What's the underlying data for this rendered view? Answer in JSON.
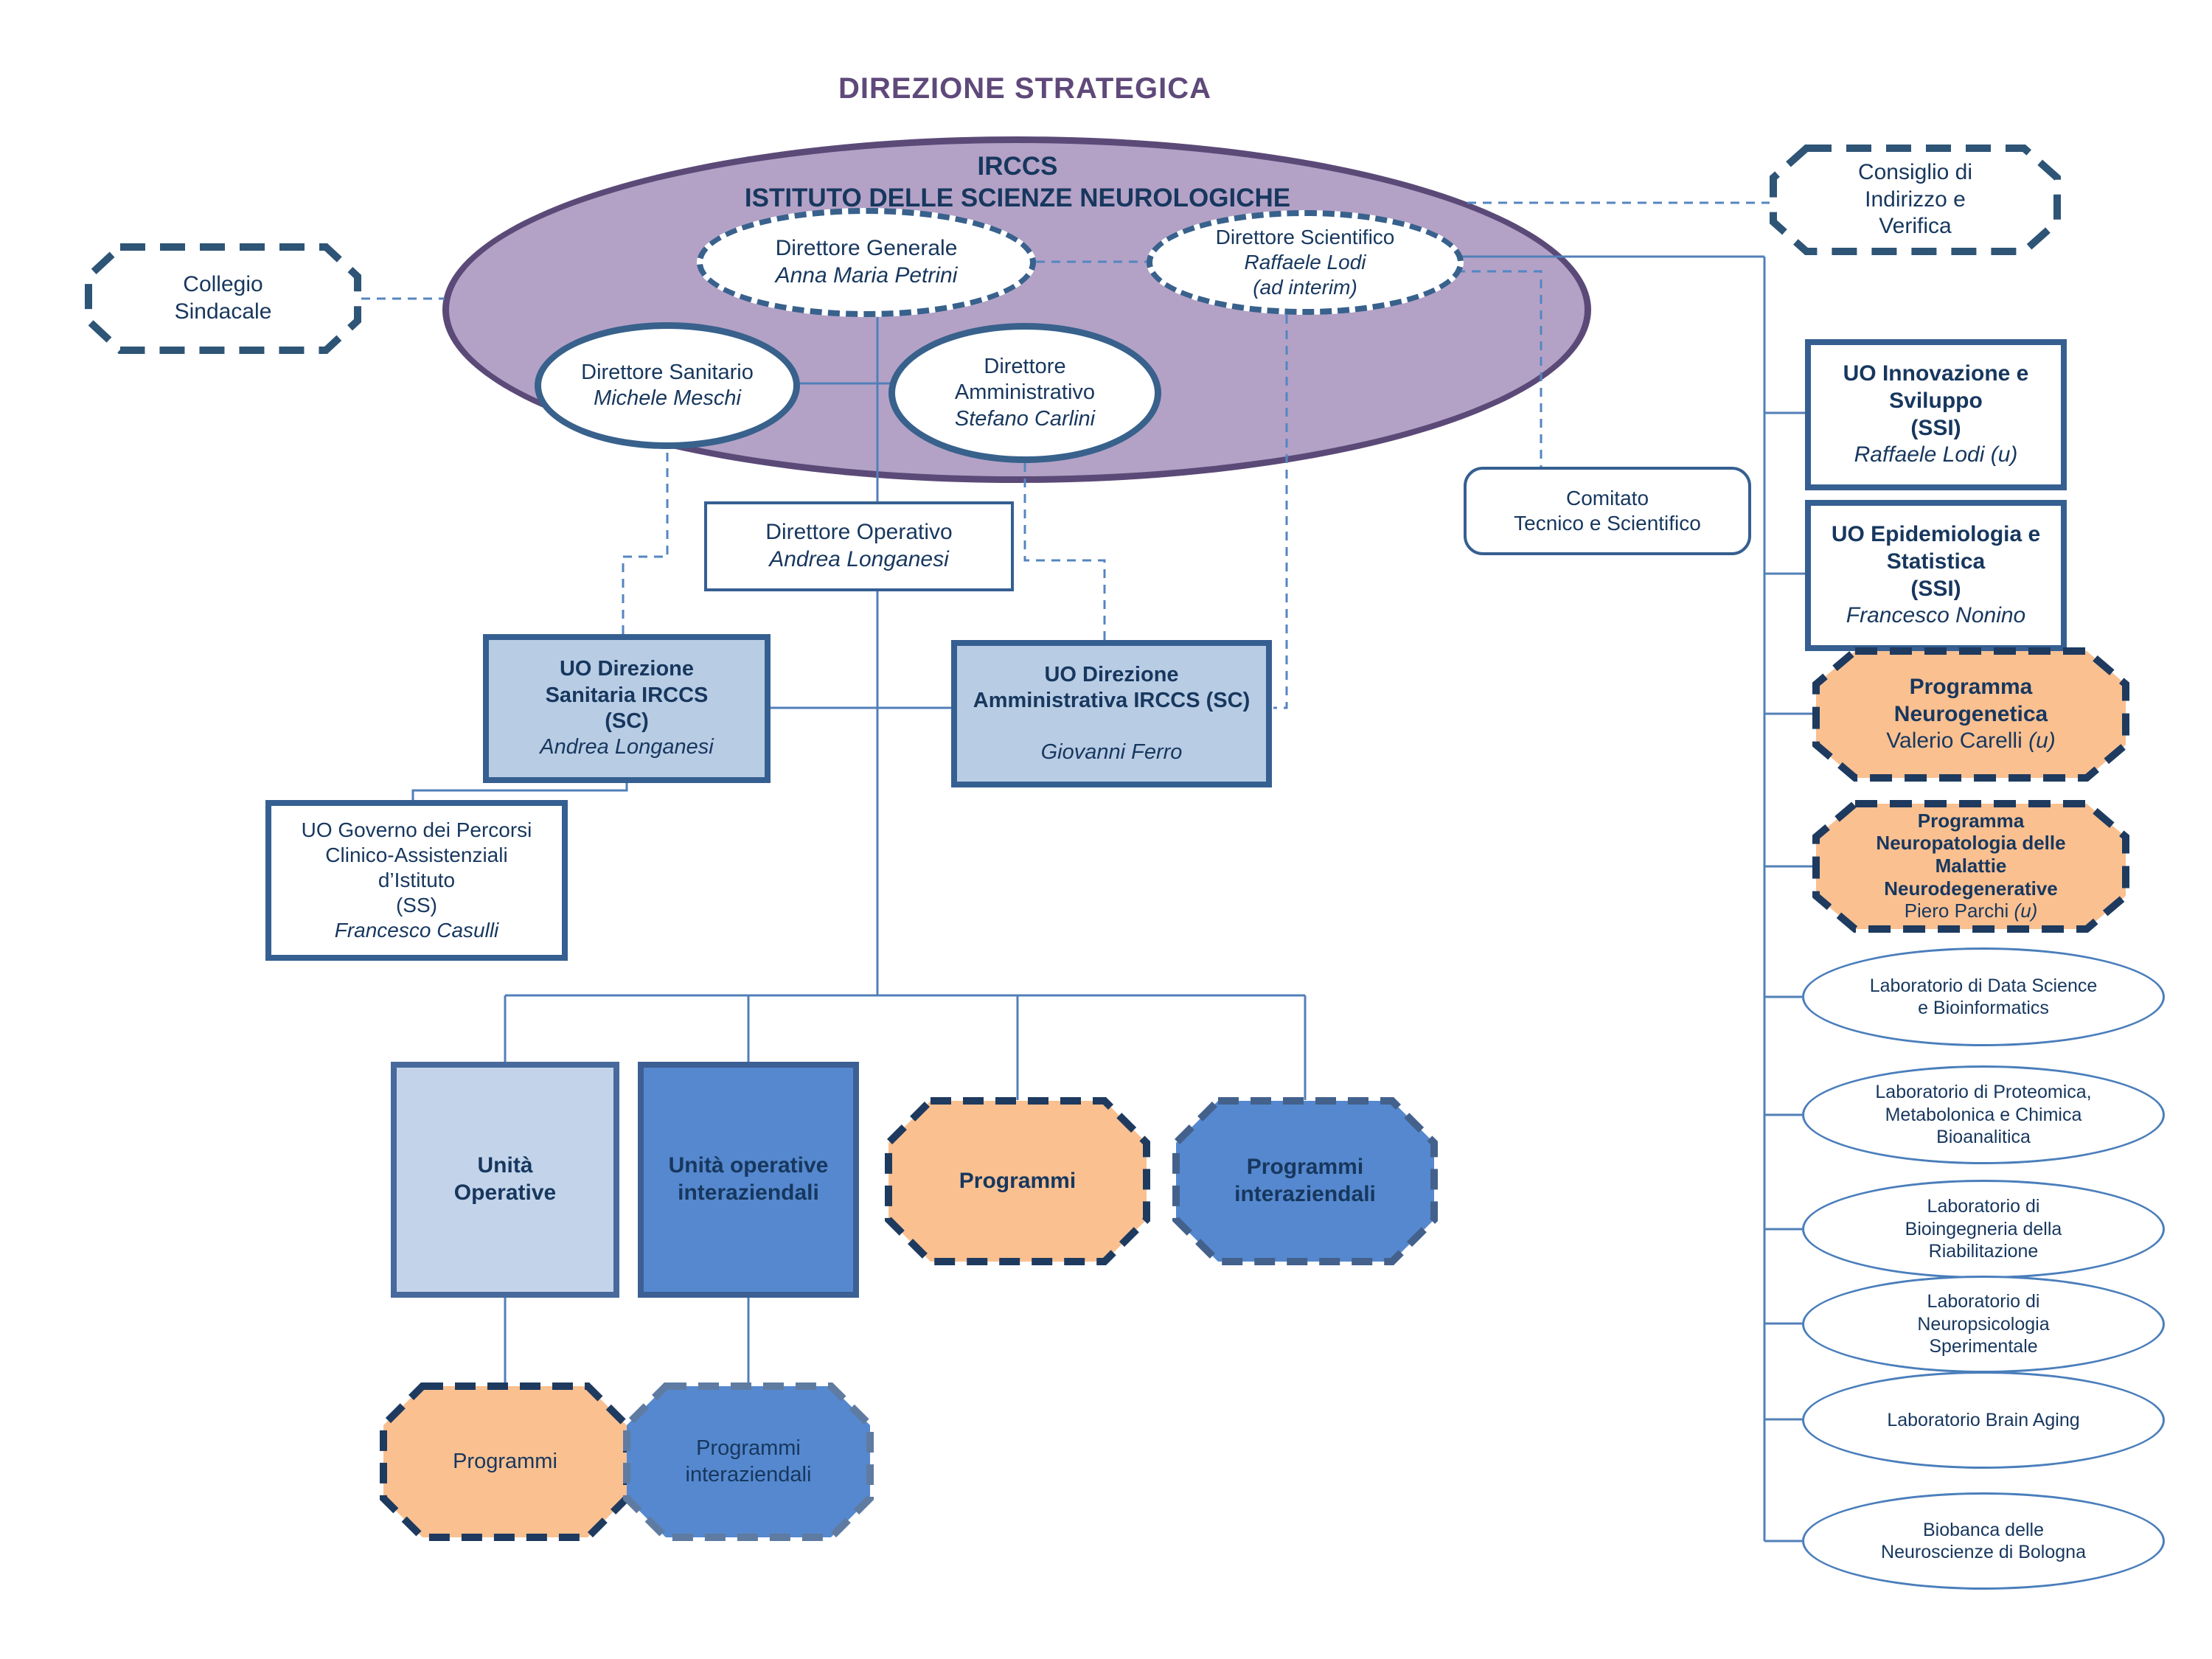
{
  "title": "DIREZIONE STRATEGICA",
  "institute": {
    "name": "IRCCS\nISTITUTO DELLE SCIENZE NEUROLOGICHE"
  },
  "strategic": {
    "direttore_generale": {
      "role": "Direttore Generale",
      "name": "Anna Maria Petrini"
    },
    "direttore_scientifico": {
      "role": "Direttore Scientifico",
      "name": "Raffaele Lodi\n(ad interim)"
    },
    "direttore_sanitario": {
      "role": "Direttore Sanitario",
      "name": "Michele Meschi"
    },
    "direttore_amministrativo": {
      "role": "Direttore\nAmministrativo",
      "name": "Stefano Carlini"
    },
    "direttore_operativo": {
      "role": "Direttore Operativo",
      "name": "Andrea Longanesi"
    }
  },
  "advisory": {
    "collegio": "Collegio\nSindacale",
    "consiglio": "Consiglio di\nIndirizzo e\nVerifica",
    "comitato": "Comitato\nTecnico e Scientifico"
  },
  "uo": {
    "sanitaria": {
      "title": "UO Direzione\nSanitaria IRCCS\n(SC)",
      "name": "Andrea Longanesi"
    },
    "amministrativa": {
      "title": "UO Direzione\nAmministrativa IRCCS (SC)",
      "name": "Giovanni Ferro"
    },
    "governo": {
      "title": "UO Governo dei Percorsi\nClinico-Assistenziali\nd’Istituto\n(SS)",
      "name": "Francesco Casulli"
    }
  },
  "bottom": {
    "unita_operative": "Unità\nOperative",
    "unita_operative_interaziendali": "Unità operative\ninteraziendali",
    "programmi": "Programmi",
    "programmi_interaziendali": "Programmi\ninteraziendali",
    "programmi_2": "Programmi",
    "programmi_interaziendali_2": "Programmi\ninteraziendali"
  },
  "right": {
    "innovazione": {
      "title": "UO  Innovazione e\nSviluppo\n(SSI)",
      "name": "Raffaele Lodi  (u)"
    },
    "epidemiologia": {
      "title": "UO  Epidemiologia e\nStatistica\n(SSI)",
      "name": "Francesco Nonino"
    },
    "neurogenetica": {
      "title": "Programma\nNeurogenetica",
      "name": "Valerio Carelli ",
      "suffix": "(u)"
    },
    "neuropatologia": {
      "title": "Programma\nNeuropatologia delle\nMalattie\nNeurodegenerative",
      "name": "Piero Parchi ",
      "suffix": "(u)"
    },
    "labs": [
      "Laboratorio di Data Science\ne Bioinformatics",
      "Laboratorio di Proteomica,\nMetabolonica e Chimica\nBioanalitica",
      "Laboratorio di\nBioingegneria della\nRiabilitazione",
      "Laboratorio di\nNeuropsicologia\nSperimentale",
      "Laboratorio Brain Aging",
      "Biobanca  delle\nNeuroscienze di Bologna"
    ]
  },
  "colors": {
    "title_purple": "#5f497a",
    "ellipse_fill": "#b3a2c6",
    "ellipse_border": "#5b4a77",
    "navy_text": "#17375e",
    "steel_border": "#365f91",
    "light_blue_fill": "#b8cce4",
    "medium_blue_fill": "#5588ce",
    "orange_fill": "#fac090",
    "connector_blue": "#527fb8",
    "dashed_navy": "#1e3a5f"
  }
}
